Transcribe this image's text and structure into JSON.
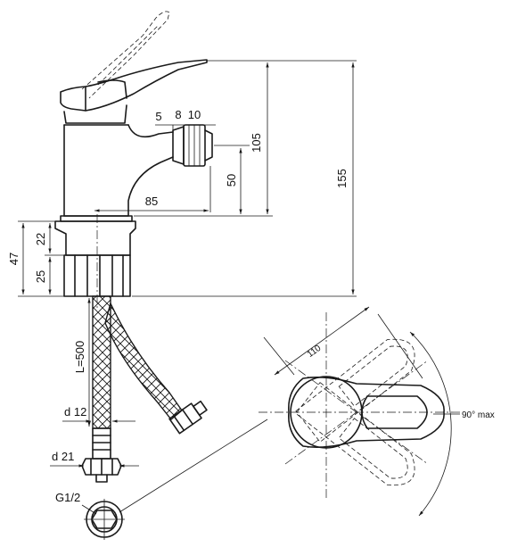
{
  "dimensions": {
    "d5": "5",
    "d8": "8",
    "d10": "10",
    "d105": "105",
    "d155": "155",
    "d50": "50",
    "d85": "85",
    "d47": "47",
    "d22": "22",
    "d25": "25",
    "hose_length": "L=500",
    "d12": "d 12",
    "d21": "d 21",
    "thread": "G1/2",
    "d110": "110",
    "angle": "90° max"
  }
}
